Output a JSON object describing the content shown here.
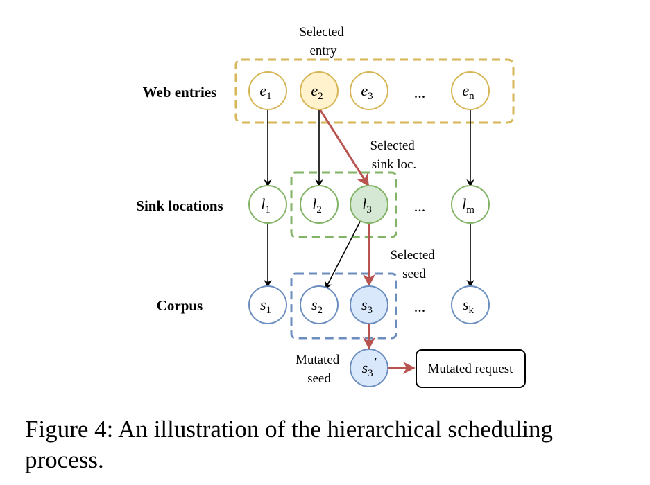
{
  "rows": {
    "entries": {
      "label": "Web entries",
      "nodes": [
        {
          "base": "e",
          "sub": "1"
        },
        {
          "base": "e",
          "sub": "2"
        },
        {
          "base": "e",
          "sub": "3"
        },
        {
          "base": "e",
          "sub": "n"
        }
      ]
    },
    "locations": {
      "label": "Sink locations",
      "nodes": [
        {
          "base": "l",
          "sub": "1"
        },
        {
          "base": "l",
          "sub": "2"
        },
        {
          "base": "l",
          "sub": "3"
        },
        {
          "base": "l",
          "sub": "m"
        }
      ]
    },
    "corpus": {
      "label": "Corpus",
      "nodes": [
        {
          "base": "s",
          "sub": "1"
        },
        {
          "base": "s",
          "sub": "2"
        },
        {
          "base": "s",
          "sub": "3"
        },
        {
          "base": "s",
          "sub": "k"
        }
      ]
    }
  },
  "ellipsis": "...",
  "annotations": {
    "selected_entry": [
      "Selected",
      "entry"
    ],
    "selected_sink": [
      "Selected",
      "sink loc."
    ],
    "selected_seed": [
      "Selected",
      "seed"
    ],
    "mutated_seed": [
      "Mutated",
      "seed"
    ]
  },
  "mutated_node": {
    "base": "s",
    "sub": "3",
    "prime": "′"
  },
  "mutated_request": "Mutated request",
  "caption": "Figure 4: An illustration of the hierarchical scheduling process.",
  "colors": {
    "yellow_stroke": "#d6b656",
    "yellow_fill": "#fff2cc",
    "green_stroke": "#82b366",
    "green_fill": "#d5e8d4",
    "blue_stroke": "#6c8ebf",
    "blue_fill": "#dae8fc",
    "red_arrow": "#b85450"
  }
}
